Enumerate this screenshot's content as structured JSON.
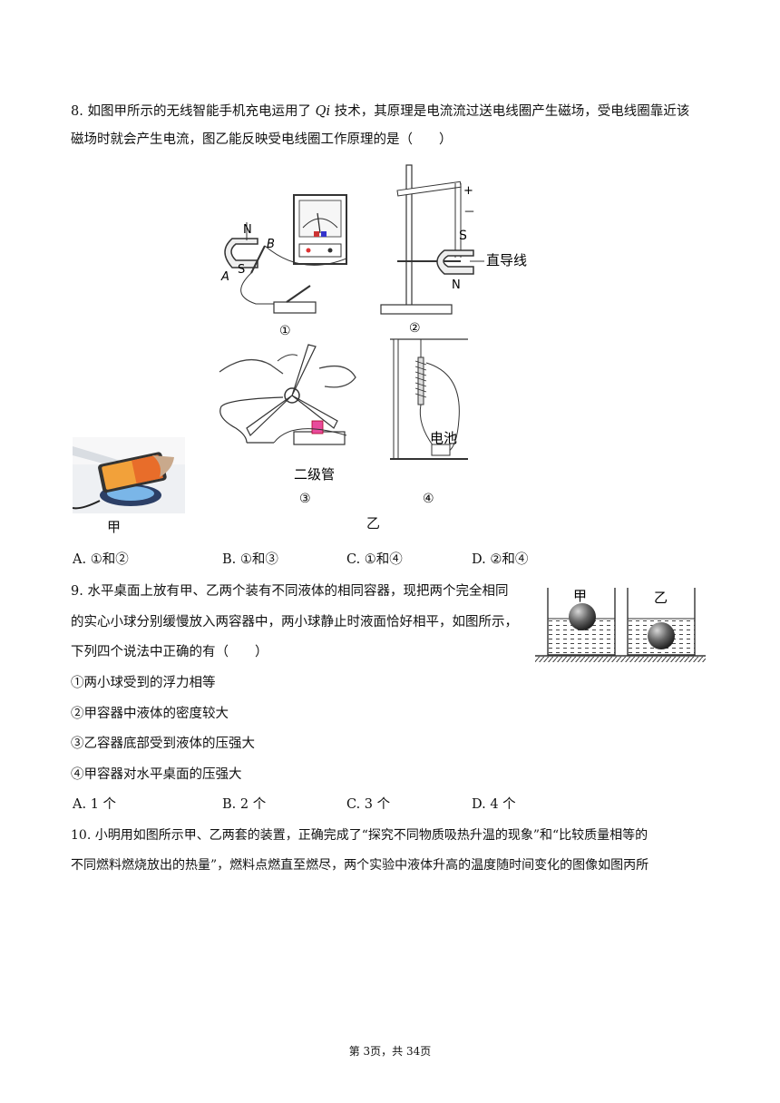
{
  "q8": {
    "line1_a": "8. 如图甲所示的无线智能手机充电运用了 ",
    "line1_qi": "Qi",
    "line1_b": " 技术，其原理是电流流过送电线圈产生磁场，受电线圈靠近该",
    "line2": "磁场时就会产生电流，图乙能反映受电线圈工作原理的是（　　）",
    "fig1": {
      "N": "N",
      "S": "S",
      "A": "A",
      "B": "B",
      "num": "①"
    },
    "fig2": {
      "plus": "+",
      "minus": "－",
      "S": "S",
      "N": "N",
      "wire": "直导线",
      "num": "②"
    },
    "fig3": {
      "diode": "二级管",
      "num": "③"
    },
    "fig4": {
      "battery": "电池",
      "num": "④"
    },
    "label_jia": "甲",
    "label_yi": "乙",
    "options": [
      "A. ①和②",
      "B. ①和③",
      "C. ①和④",
      "D. ②和④"
    ]
  },
  "q9": {
    "line1": "9. 水平桌面上放有甲、乙两个装有不同液体的相同容器，现把两个完全相同",
    "line2": "的实心小球分别缓慢放入两容器中，两小球静止时液面恰好相平，如图所示，",
    "line3": "下列四个说法中正确的有（　　）",
    "s1": "①两小球受到的浮力相等",
    "s2": "②甲容器中液体的密度较大",
    "s3": "③乙容器底部受到液体的压强大",
    "s4": "④甲容器对水平桌面的压强大",
    "cup_jia": "甲",
    "cup_yi": "乙",
    "options": [
      "A. 1 个",
      "B. 2 个",
      "C. 3 个",
      "D. 4 个"
    ]
  },
  "q10": {
    "line1": "10. 小明用如图所示甲、乙两套的装置，正确完成了“探究不同物质吸热升温的现象”和“比较质量相等的",
    "line2": "不同燃料燃烧放出的热量”，燃料点燃直至燃尽，两个实验中液体升高的温度随时间变化的图像如图丙所"
  },
  "footer": "第 3页，共 34页"
}
